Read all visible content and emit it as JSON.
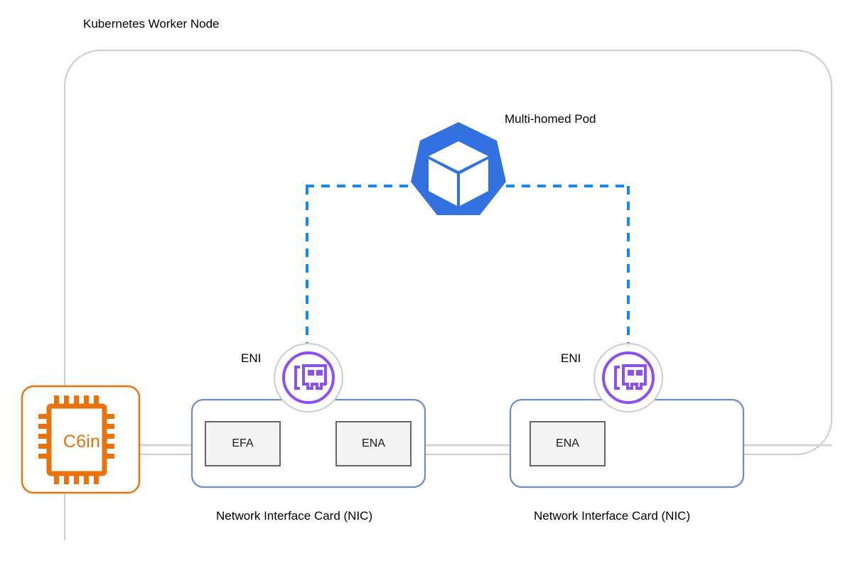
{
  "diagram": {
    "title": "Kubernetes Worker Node",
    "background": "#ffffff"
  },
  "colors": {
    "node_border": "#cfcfcf",
    "pod_blue": "#3371e0",
    "dashed_blue": "#1a87f0",
    "eni_purple": "#8c4ff5",
    "eni_ring": "#cccccc",
    "nic_border": "#6b8dc4",
    "chip_orange": "#e8720c",
    "card_fill": "#f4f4f4",
    "card_border": "#666666",
    "connector_gray": "#d4d4d4"
  },
  "node": {
    "label": "Kubernetes Worker Node"
  },
  "pod": {
    "label": "Multi-homed Pod",
    "icon": "kubernetes-logo"
  },
  "instance": {
    "label": "C6in",
    "icon": "cpu-chip-icon"
  },
  "enis": [
    {
      "label": "ENI",
      "icon": "network-interface-card-icon"
    },
    {
      "label": "ENI",
      "icon": "network-interface-card-icon"
    }
  ],
  "nics": [
    {
      "label": "Network Interface Card (NIC)",
      "adapters": [
        "EFA",
        "ENA"
      ]
    },
    {
      "label": "Network Interface Card (NIC)",
      "adapters": [
        "ENA"
      ]
    }
  ]
}
